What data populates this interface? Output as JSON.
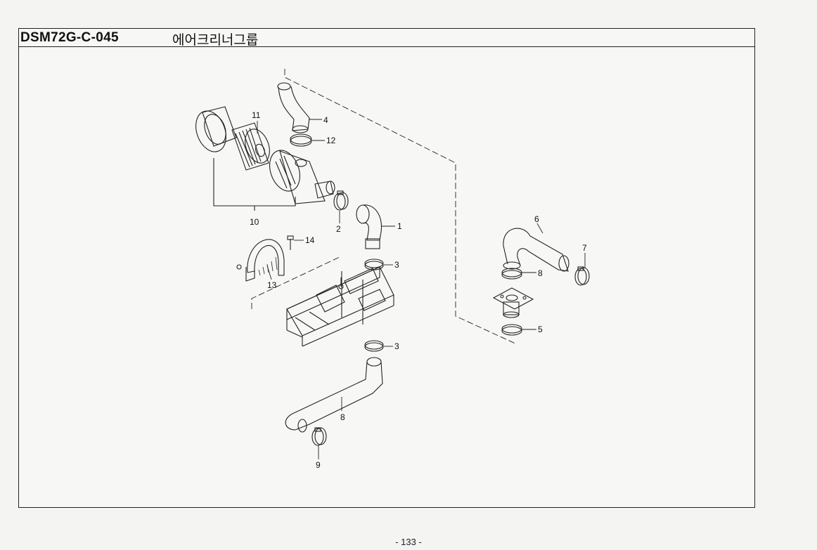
{
  "header": {
    "code": "DSM72G-C-045",
    "title": "에어크리너그룹"
  },
  "callouts": [
    "1",
    "2",
    "3",
    "3",
    "4",
    "5",
    "6",
    "7",
    "8",
    "8",
    "9",
    "10",
    "11",
    "12",
    "13",
    "14"
  ],
  "footer": {
    "page": "- 133 -"
  }
}
